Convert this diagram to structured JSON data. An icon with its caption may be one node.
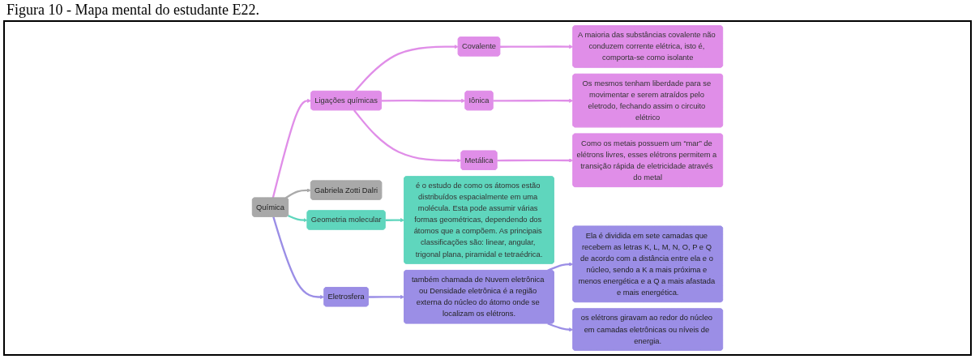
{
  "diagram": {
    "title": "Figura 10 - Mapa mental do estudante E22.",
    "nodes": [
      {
        "text": [
          "Química"
        ]
      },
      {
        "text": [
          "Gabriela Zotti Dalri"
        ]
      },
      {
        "text": [
          "Ligações químicas"
        ]
      },
      {
        "text": [
          "Covalente"
        ]
      },
      {
        "text": [
          "Iônica"
        ]
      },
      {
        "text": [
          "Metálica"
        ]
      },
      {
        "text": [
          "A maioria das substâncias covalente não conduzem corrente elétrica, isto é, comporta-se como isolante"
        ]
      },
      {
        "text": [
          "Os mesmos tenham liberdade para se movimentar e serem atraídos pelo eletrodo, fechando assim o circuito elétrico"
        ]
      },
      {
        "text": [
          "Como os metais possuem um “mar” de elétrons livres, esses elétrons permitem a transição rápida de eletricidade através do metal"
        ]
      },
      {
        "text": [
          "Geometria molecular"
        ]
      },
      {
        "text": [
          "é o estudo de como os átomos estão distribuídos espacialmente em uma molécula. Esta pode assumir várias formas geométricas, dependendo dos átomos que a compõem. As principais classificações são: linear, angular, trigonal plana, piramidal e tetraédrica."
        ]
      },
      {
        "text": [
          "Eletrosfera"
        ]
      },
      {
        "text": [
          "também chamada de Nuvem eletrônica ou Densidade eletrônica é a região externa do núcleo do átomo onde se localizam os elétrons."
        ]
      },
      {
        "text": [
          "Ela é dividida em sete camadas que recebem as letras K, L, M, N, O, P e Q de acordo com a distância entre ela e o núcleo, sendo a K a mais próxima e menos energética e a Q a mais afastada e mais energética."
        ]
      },
      {
        "text": [
          "os elétrons giravam ao redor do núcleo em camadas eletrônicas ou níveis de energia."
        ]
      }
    ],
    "edges": [
      {
        "from": 0,
        "to": 1,
        "arrow": "to",
        "color": "#aaaaaa"
      },
      {
        "from": 0,
        "to": 2,
        "arrow": "to"
      },
      {
        "from": 2,
        "to": 3,
        "arrow": "to"
      },
      {
        "from": 2,
        "to": 4,
        "arrow": "to"
      },
      {
        "from": 2,
        "to": 5,
        "arrow": "to"
      },
      {
        "from": 3,
        "to": 6,
        "arrow": "to"
      },
      {
        "from": 4,
        "to": 7,
        "arrow": "to"
      },
      {
        "from": 5,
        "to": 8,
        "arrow": "to"
      },
      {
        "from": 0,
        "to": 9,
        "arrow": "to",
        "color": "#5fd6bd"
      },
      {
        "from": 9,
        "to": 10,
        "arrow": "to",
        "color": "#5fd6bd"
      },
      {
        "from": 0,
        "to": 11,
        "arrow": "to",
        "color": "#9b8ee6"
      },
      {
        "from": 11,
        "to": 12,
        "arrow": "to",
        "color": "#9b8ee6"
      },
      {
        "from": 12,
        "to": 13,
        "arrow": "to",
        "color": "#9b8ee6"
      },
      {
        "from": 12,
        "to": 14,
        "arrow": "to",
        "color": "#9b8ee6"
      }
    ]
  }
}
